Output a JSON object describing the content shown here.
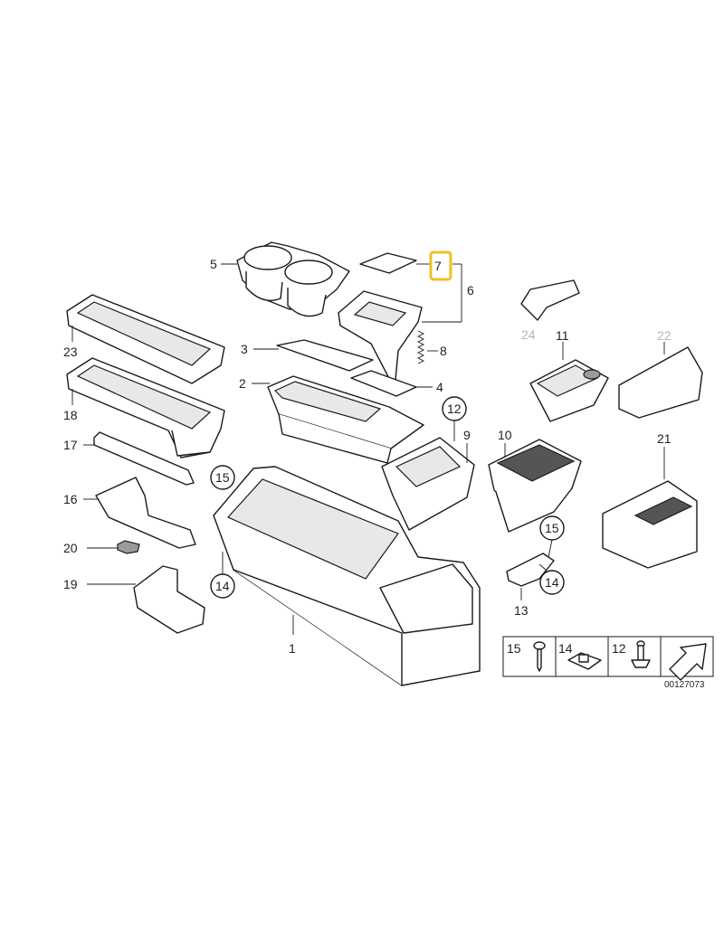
{
  "diagram": {
    "labels": {
      "p1": "1",
      "p2": "2",
      "p3": "3",
      "p4": "4",
      "p5": "5",
      "p6": "6",
      "p7": "7",
      "p8": "8",
      "p9": "9",
      "p10": "10",
      "p11": "11",
      "p12": "12",
      "p13": "13",
      "p14a": "14",
      "p14b": "14",
      "p15a": "15",
      "p15b": "15",
      "p16": "16",
      "p17": "17",
      "p18": "18",
      "p19": "19",
      "p20": "20",
      "p21": "21",
      "p22": "22",
      "p23": "23",
      "p24": "24"
    },
    "highlighted_part": "7",
    "legend": {
      "l15": "15",
      "l14": "14",
      "l12": "12"
    },
    "diagram_code": "00127073"
  },
  "colors": {
    "highlight": "#f0c020",
    "inactive_label": "#b5b5b5",
    "line": "#1a1a1a"
  }
}
